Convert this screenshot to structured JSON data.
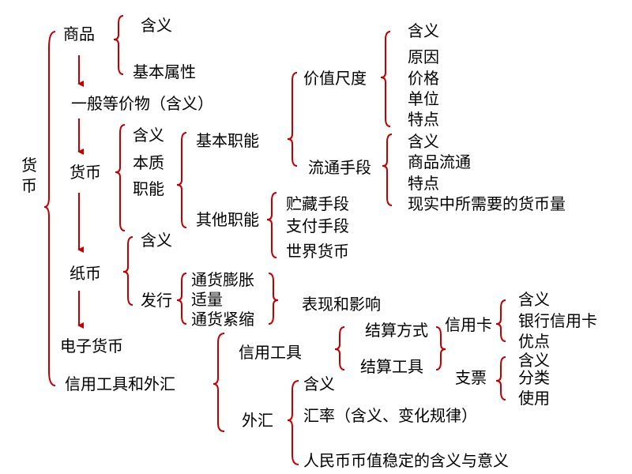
{
  "nodes": {
    "huobi_root": "货币",
    "shangpin": "商品",
    "sp_hanyi": "含义",
    "sp_shuxing": "基本属性",
    "dengjiawu": "一般等价物（含义）",
    "huobi": "货币",
    "hb_hanyi": "含义",
    "hb_benzhi": "本质",
    "hb_zhineng": "职能",
    "jiben_zhineng": "基本职能",
    "qita_zhineng": "其他职能",
    "jiazhi_chidu": "价值尺度",
    "jz_hanyi": "含义",
    "jz_yuanyin": "原因",
    "jz_jiage": "价格",
    "jz_danwei": "单位",
    "jz_tedian": "特点",
    "liutong": "流通手段",
    "lt_hanyi": "含义",
    "lt_liutong": "商品流通",
    "lt_tedian": "特点",
    "lt_liang": "现实中所需要的货币量",
    "zhucang": "贮藏手段",
    "zhifu": "支付手段",
    "shijie": "世界货币",
    "zhibi": "纸币",
    "zb_hanyi": "含义",
    "zb_faxing": "发行",
    "pengzhang": "通货膨胀",
    "shiliang": "适量",
    "jinsuo": "通货紧缩",
    "biaoxian": "表现和影响",
    "dianzi": "电子货币",
    "xinyong_waihui": "信用工具和外汇",
    "xinyong_gongju": "信用工具",
    "jiesuan_fangshi": "结算方式",
    "jiesuan_gongju": "结算工具",
    "xinyongka": "信用卡",
    "xyk_hanyi": "含义",
    "xyk_yinhang": "银行信用卡",
    "xyk_youdian": "优点",
    "zhipiao": "支票",
    "zp_hanyi": "含义",
    "zp_fenlei": "分类",
    "zp_shiyong": "使用",
    "waihui": "外汇",
    "wh_hanyi": "含义",
    "wh_huilv": "汇率（含义、变化规律）",
    "wh_rmb": "人民币币值稳定的含义与意义"
  },
  "colors": {
    "bracket": "#c00000",
    "arrow": "#c00000",
    "text": "#000000"
  }
}
